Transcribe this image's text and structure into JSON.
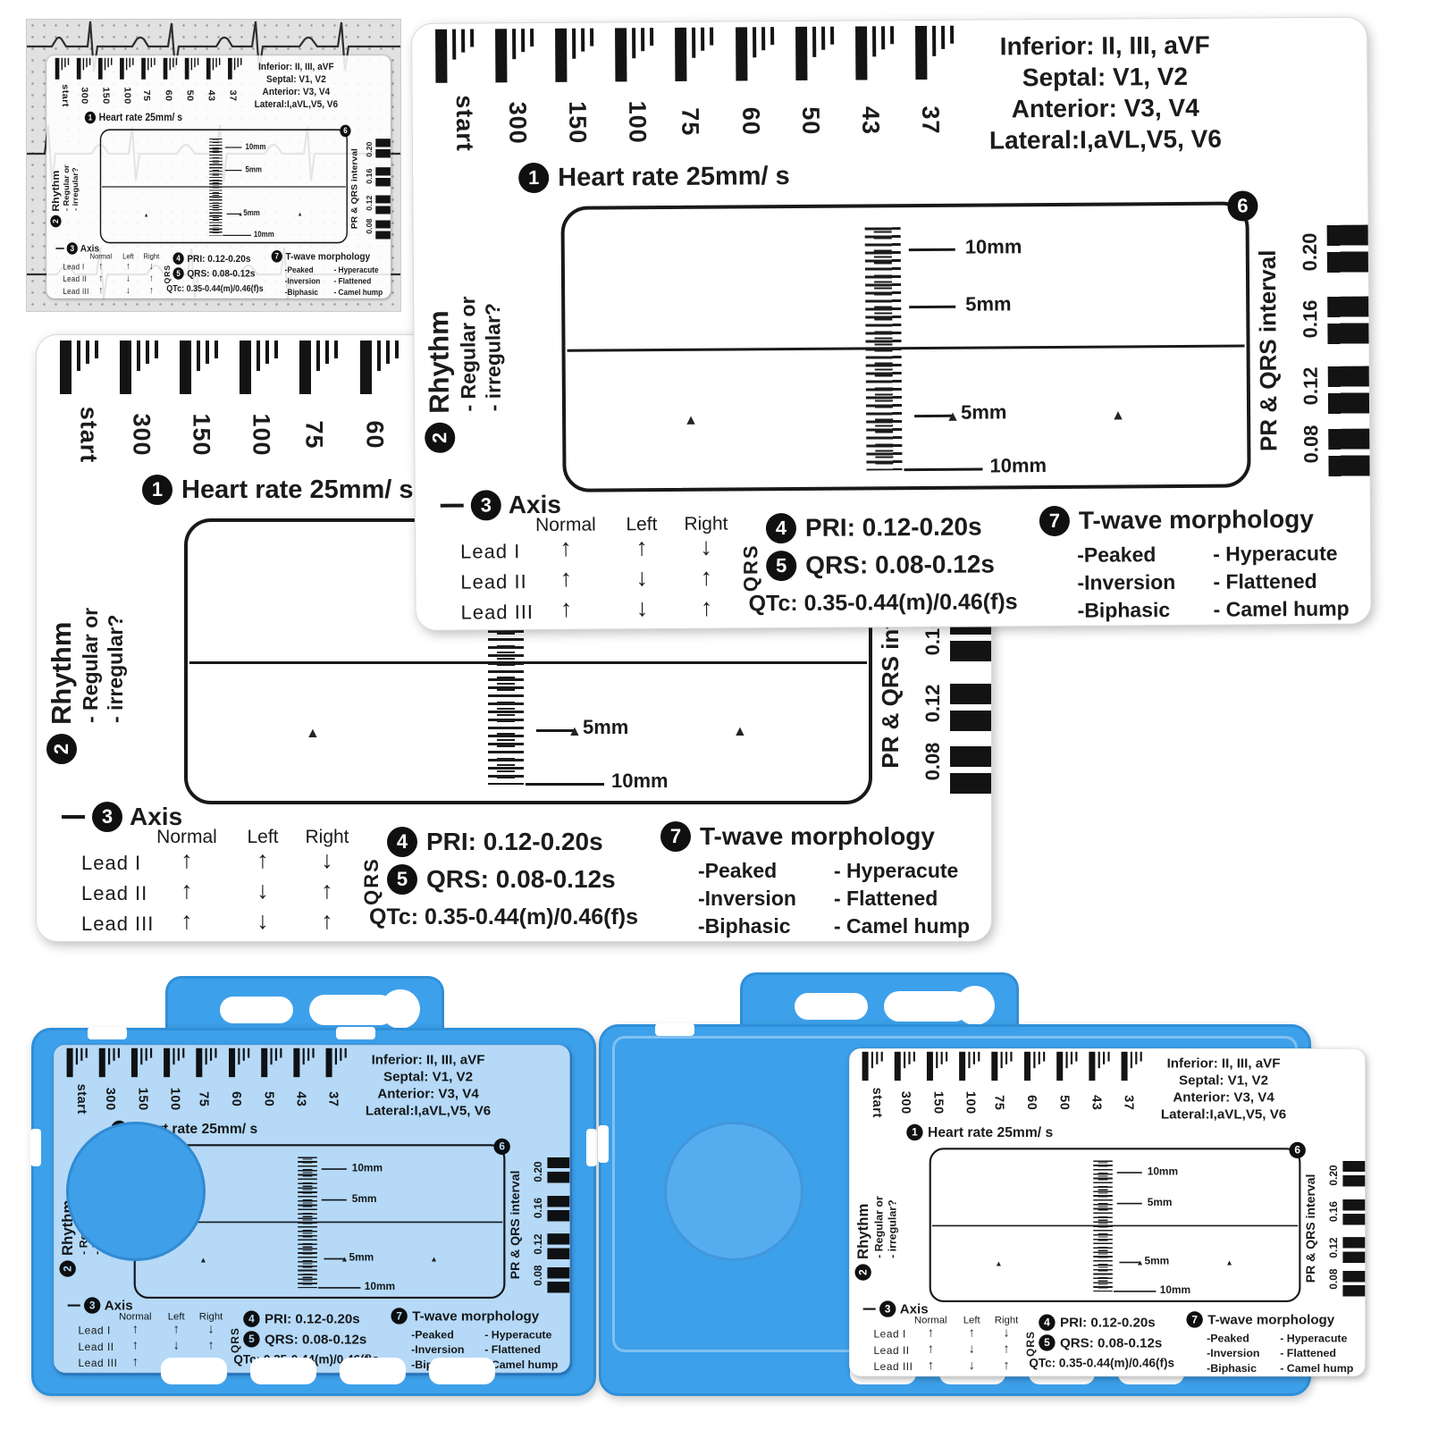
{
  "colors": {
    "print": "#1b1b1b",
    "card_bg": "#ffffff",
    "holder_blue": "#3da0ea",
    "holder_blue_dark": "#2f8fd8",
    "holder_circle_left": "#3f9fe9",
    "holder_circle_right": "#55adf0",
    "photo_paper": "#e3e1dd"
  },
  "card": {
    "ruler": [
      "start",
      "300",
      "150",
      "100",
      "75",
      "60",
      "50",
      "43",
      "37"
    ],
    "leads": [
      "Inferior: II, III, aVF",
      "Septal: V1, V2",
      "Anterior: V3, V4",
      "Lateral:I,aVL,V5, V6"
    ],
    "step1": {
      "num": "1",
      "label": "Heart rate 25mm/ s"
    },
    "step2": {
      "num": "2",
      "title": "Rhythm",
      "line1": "- Regular or",
      "line2": "- irregular?"
    },
    "step3": {
      "num": "3",
      "title": "Axis",
      "cols": [
        "Normal",
        "Left",
        "Right"
      ],
      "rows": [
        {
          "lead": "Lead I",
          "a": [
            "↑",
            "↑",
            "↓"
          ]
        },
        {
          "lead": "Lead II",
          "a": [
            "↑",
            "↓",
            "↑"
          ]
        },
        {
          "lead": "Lead III",
          "a": [
            "↑",
            "↓",
            "↑"
          ]
        }
      ],
      "qrs": "QRS"
    },
    "step4": {
      "num": "4",
      "label": "PRI: 0.12-0.20s"
    },
    "step5": {
      "num": "5",
      "label": "QRS: 0.08-0.12s"
    },
    "qtc": "QTc: 0.35-0.44(m)/0.46(f)s",
    "step6": {
      "num": "6"
    },
    "step7": {
      "num": "7",
      "title": "T-wave morphology",
      "left": [
        "-Peaked",
        "-Inversion",
        "-Biphasic"
      ],
      "right": [
        "- Hyperacute",
        "- Flattened",
        "- Camel hump"
      ]
    },
    "window": {
      "top10": "10mm",
      "top5": "5mm",
      "bottom5": "5mm",
      "bottom10": "10mm"
    },
    "prqrs": {
      "label": "PR & QRS interval",
      "ticks": [
        "0.20",
        "0.16",
        "0.12",
        "0.08"
      ]
    },
    "triangle": "▲"
  }
}
